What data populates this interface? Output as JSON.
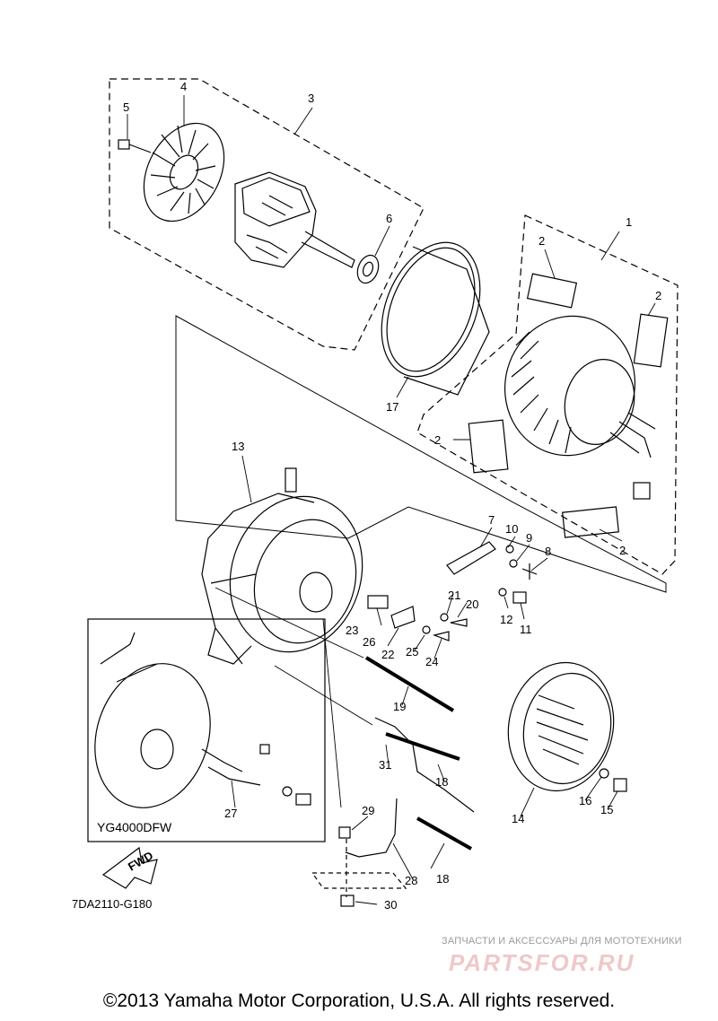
{
  "callouts": {
    "p1": "1",
    "p2a": "2",
    "p2b": "2",
    "p2c": "2",
    "p2d": "2",
    "p3": "3",
    "p4": "4",
    "p5": "5",
    "p6": "6",
    "p7": "7",
    "p8": "8",
    "p9": "9",
    "p10": "10",
    "p11": "11",
    "p12": "12",
    "p13": "13",
    "p14": "14",
    "p15": "15",
    "p16": "16",
    "p17": "17",
    "p18a": "18",
    "p18b": "18",
    "p19": "19",
    "p20": "20",
    "p21": "21",
    "p22": "22",
    "p23": "23",
    "p24": "24",
    "p25": "25",
    "p26": "26",
    "p27": "27",
    "p28": "28",
    "p29": "29",
    "p30": "30",
    "p31": "31"
  },
  "inset": {
    "model": "YG4000DFW"
  },
  "fwd_label": "FWD",
  "diagram_code": "7DA2110-G180",
  "watermark": {
    "tagline": "ЗАПЧАСТИ И АКСЕССУАРЫ ДЛЯ МОТОТЕХНИКИ",
    "logo": "PARTSFOR.RU"
  },
  "copyright": "©2013 Yamaha Motor Corporation, U.S.A. All rights reserved."
}
